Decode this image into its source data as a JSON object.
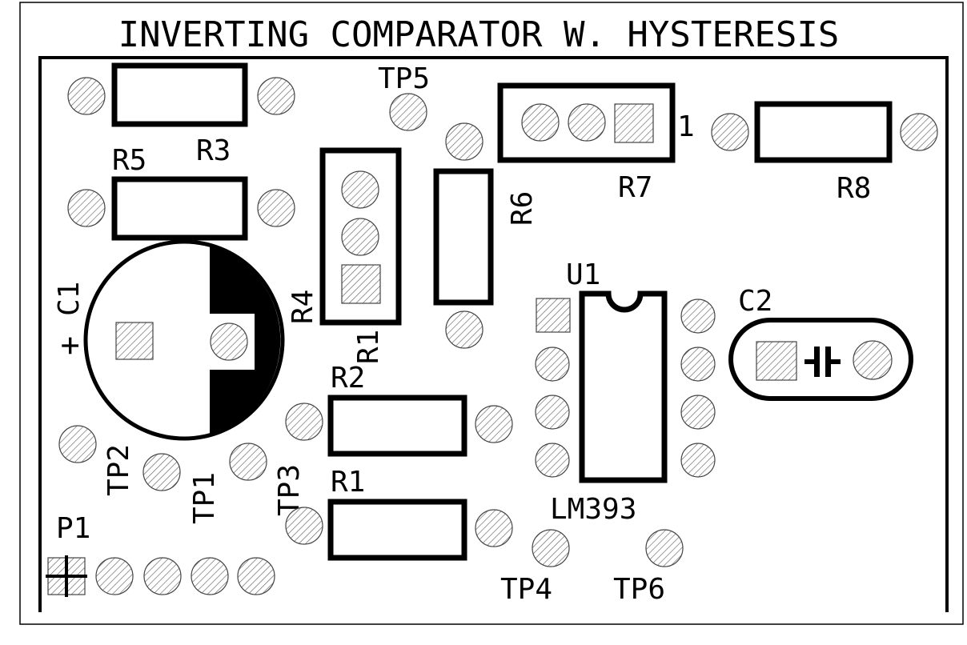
{
  "title": "INVERTING COMPARATOR W. HYSTERESIS",
  "colors": {
    "ink": "#000000",
    "paper": "#ffffff",
    "pad_hatch": "#555555"
  },
  "labels": {
    "r3": "R3",
    "r5": "R5",
    "tp5": "TP5",
    "r7": "R7",
    "pin1": "1",
    "r8": "R8",
    "r6": "R6",
    "r4": "R4",
    "c1": "C1",
    "plus": "+",
    "u1": "U1",
    "c2": "C2",
    "r1_rot": "R1",
    "r2": "R2",
    "r1": "R1",
    "tp2": "TP2",
    "tp1": "TP1",
    "tp3": "TP3",
    "lm393": "LM393",
    "p1": "P1",
    "tp4": "TP4",
    "tp6": "TP6"
  }
}
